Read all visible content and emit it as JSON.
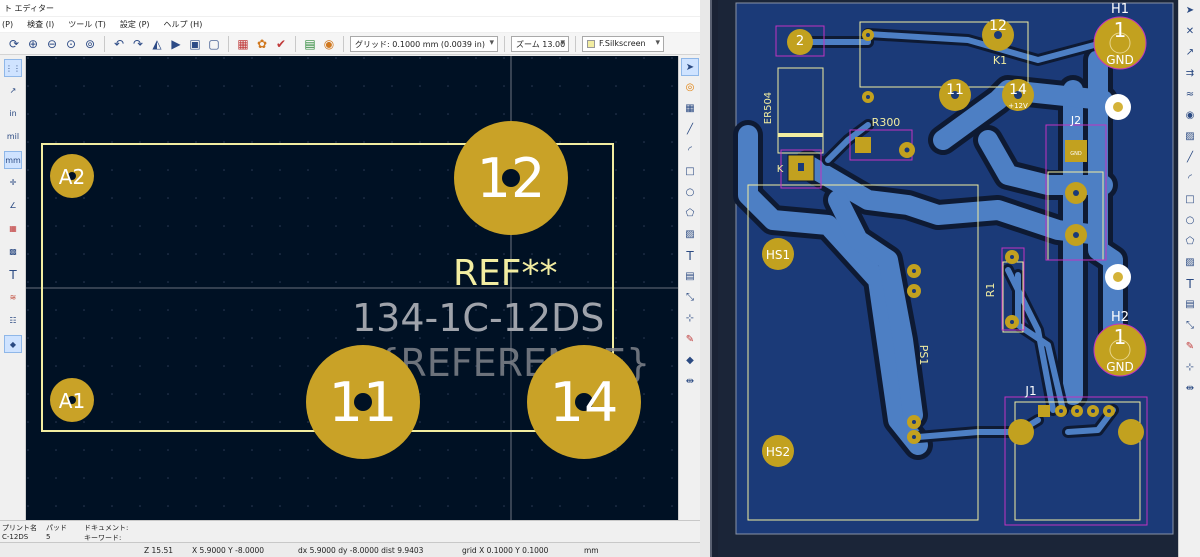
{
  "window": {
    "title": "ト エディター"
  },
  "menu": [
    "(P)",
    "検査 (I)",
    "ツール (T)",
    "設定 (P)",
    "ヘルプ (H)"
  ],
  "toolbar": {
    "grid_select": "グリッド: 0.1000 mm (0.0039 in)",
    "zoom_select": "ズーム 13.00",
    "layer_select": "F.Silkscreen",
    "layer_color": "#f2eda1"
  },
  "left_toolbar": [
    "grid-icon",
    "polar-icon",
    "in",
    "mil",
    "mm",
    "cursor-icon",
    "ruler-icon",
    "pad-icon",
    "via-icon",
    "text-icon",
    "curve-icon",
    "layers-icon",
    "3d-icon"
  ],
  "footprint": {
    "pads": [
      {
        "label": "12"
      },
      {
        "label": "11"
      },
      {
        "label": "14"
      },
      {
        "label": "A2"
      },
      {
        "label": "A1"
      }
    ],
    "ref_text": "REF**",
    "value_text": "134-1C-12DS",
    "ref_ghost": "${REFERENCE}"
  },
  "info_panel": {
    "footprint_label": "プリント名",
    "footprint_value": "C-12DS",
    "pads_label": "パッド",
    "pads_value": "5",
    "doc_label": "ドキュメント:",
    "keyword_label": "キーワード:"
  },
  "status": {
    "zoom": "Z 15.51",
    "xy": "X 5.9000  Y -8.0000",
    "dxy": "dx 5.9000  dy -8.0000  dist 9.9403",
    "grid": "grid X 0.1000  Y 0.1000",
    "units": "mm"
  },
  "pcb": {
    "labels": {
      "h1": "H1",
      "h2": "H2",
      "k1": "K1",
      "j1": "J1",
      "j2": "J2",
      "r1": "R1",
      "r300": "R300",
      "er504": "ER504",
      "hs1": "HS1",
      "hs2": "HS2",
      "ps1": "PS1",
      "k": "K"
    },
    "pad_labels": {
      "h1": "1",
      "h1_net": "GND",
      "h2": "1",
      "h2_net": "GND",
      "k1_12": "12",
      "k1_11": "11",
      "k1_14": "14",
      "k1_14_net": "+12V",
      "er504_2": "2",
      "gnd_pad": "GND"
    },
    "colors": {
      "board": "#1b3a78",
      "copper": "#4d7fc4",
      "pad": "#c2a11f",
      "silk": "#f2eda1",
      "courtyard": "#c133c1"
    }
  }
}
